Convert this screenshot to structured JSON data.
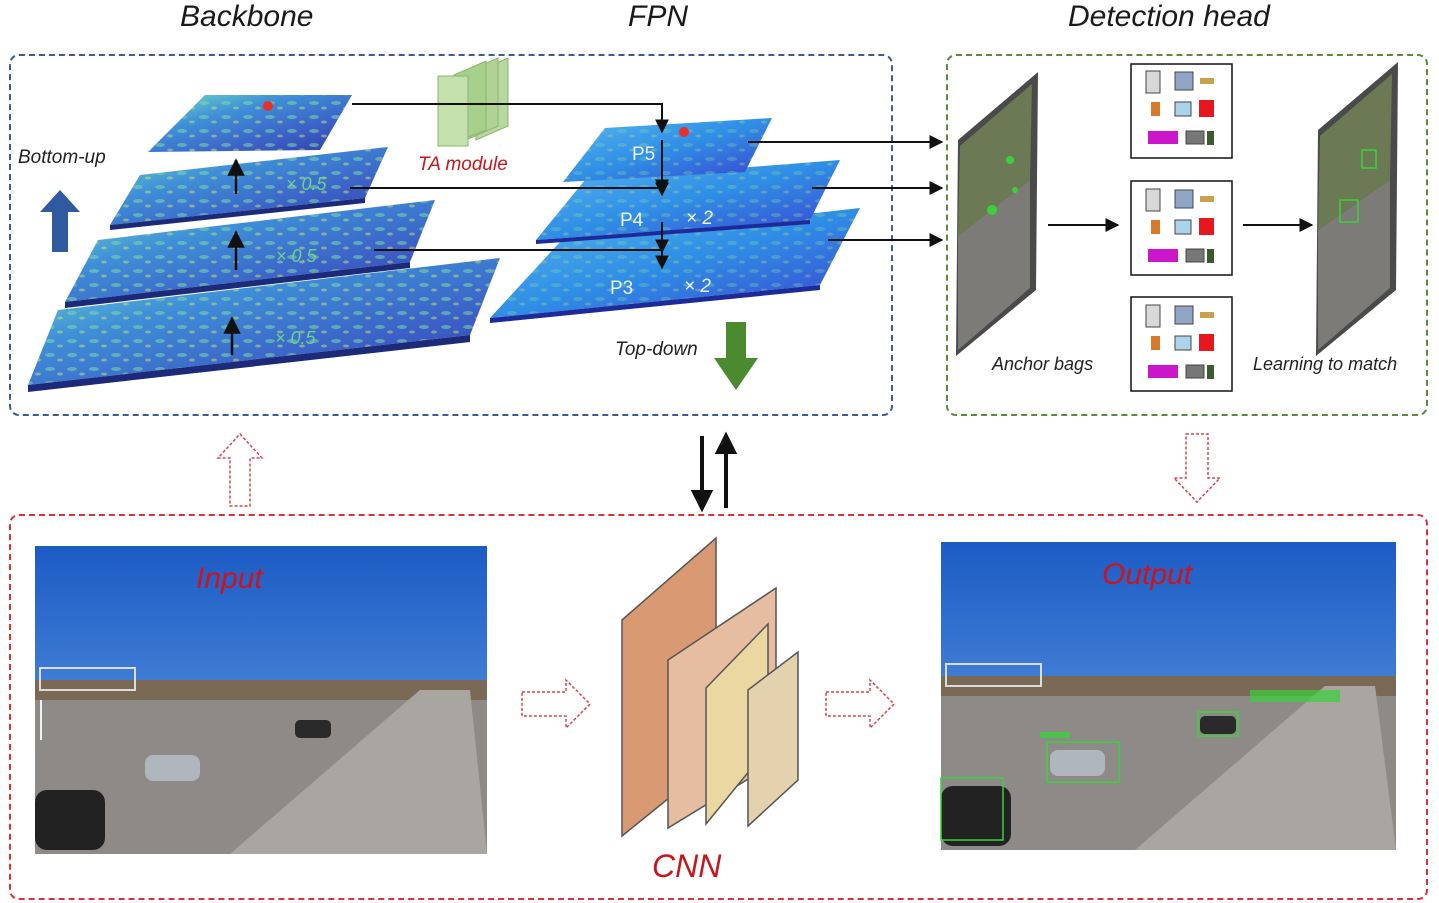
{
  "titles": {
    "backbone": "Backbone",
    "fpn": "FPN",
    "head": "Detection head"
  },
  "backbone": {
    "bottom_up": "Bottom-up",
    "scale": "× 0.5"
  },
  "ta_module": "TA module",
  "fpn": {
    "p5": "P5",
    "p4": "P4",
    "p3": "P3",
    "scale": "× 2",
    "top_down": "Top-down"
  },
  "head": {
    "anchor_bags": "Anchor bags",
    "learning": "Learning to match"
  },
  "bottom": {
    "input": "Input",
    "output": "Output",
    "cnn": "CNN"
  },
  "colors": {
    "backbone_border": "#3d5a99",
    "head_border": "#5b8a3a",
    "bottom_border": "#d9323a",
    "feature_dark": "#2d3fa6",
    "feature_mid": "#3f8fd8",
    "feature_light": "#6fe0c8",
    "ta_green": "#a8d08d",
    "blue_arrow": "#2f5aa0",
    "green_arrow": "#4b8a2e",
    "cnn_1": "#d99a73",
    "cnn_2": "#e6bda0",
    "cnn_3": "#ead7a1",
    "cnn_4": "#e3d2ad"
  }
}
